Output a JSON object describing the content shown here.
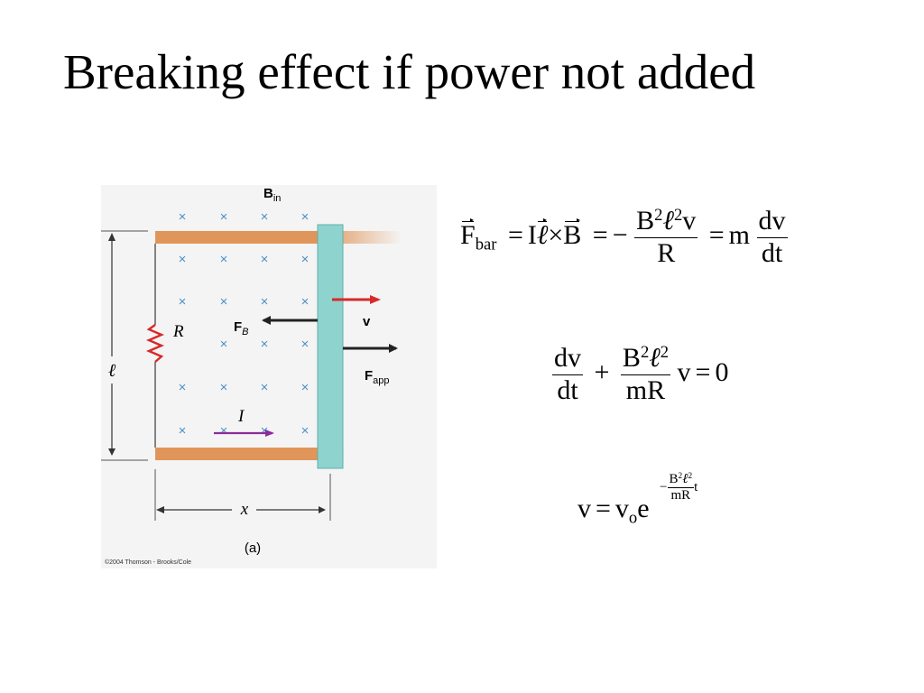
{
  "slide": {
    "title": "Breaking effect if power not added"
  },
  "figure": {
    "label_B": "B",
    "label_B_sub": "in",
    "label_R": "R",
    "label_ell": "ℓ",
    "label_FB": "F",
    "label_FB_sub": "B",
    "label_v": "v",
    "label_Fapp": "F",
    "label_Fapp_sub": "app",
    "label_I": "I",
    "label_x": "x",
    "caption": "(a)",
    "copyright": "©2004 Thomson - Brooks/Cole",
    "field_symbol": "×",
    "colors": {
      "rail": "#e0955a",
      "bar": "#8fd3cf",
      "field_marks": "#4a90c8",
      "resistor": "#d62a2a",
      "velocity_arrow": "#d62a2a",
      "current_arrow": "#8b2c9b"
    }
  },
  "equations": {
    "eq1": {
      "F": "F",
      "F_sub": "bar",
      "eq1": "=",
      "I": "I",
      "ell": "ℓ",
      "cross": "×",
      "B": "B",
      "eq2": "=",
      "minus": "−",
      "num_B": "B",
      "num_B_exp": "2",
      "num_ell": "ℓ",
      "num_ell_exp": "2",
      "num_v": "v",
      "den_R": "R",
      "eq3": "=",
      "m": "m",
      "dv": "dv",
      "dt": "dt"
    },
    "eq2": {
      "dv": "dv",
      "dt": "dt",
      "plus": "+",
      "num_B": "B",
      "num_B_exp": "2",
      "num_ell": "ℓ",
      "num_ell_exp": "2",
      "den": "mR",
      "v": "v",
      "eq": "=",
      "zero": "0"
    },
    "eq3": {
      "v": "v",
      "eq": "=",
      "v0": "v",
      "v0_sub": "o",
      "e": "e",
      "minus": "−",
      "num_B": "B",
      "num_B_exp": "2",
      "num_ell": "ℓ",
      "num_ell_exp": "2",
      "den": "mR",
      "t": "t"
    }
  }
}
